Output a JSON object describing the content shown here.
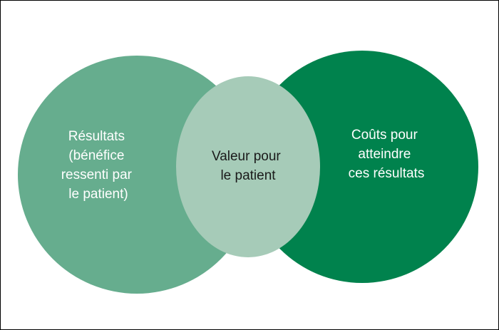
{
  "diagram": {
    "colors": {
      "left": "#66ad8e",
      "right": "#00824d",
      "center": "#a6cbb8",
      "text_light": "#ffffff",
      "text_dark": "#1a1a1a"
    },
    "left": {
      "lines": [
        "Résultats",
        "(bénéfice",
        "ressenti par",
        "le patient)"
      ]
    },
    "center": {
      "lines": [
        "Valeur pour",
        "le patient"
      ]
    },
    "right": {
      "lines": [
        "Coûts pour",
        "atteindre",
        "ces résultats"
      ]
    }
  }
}
